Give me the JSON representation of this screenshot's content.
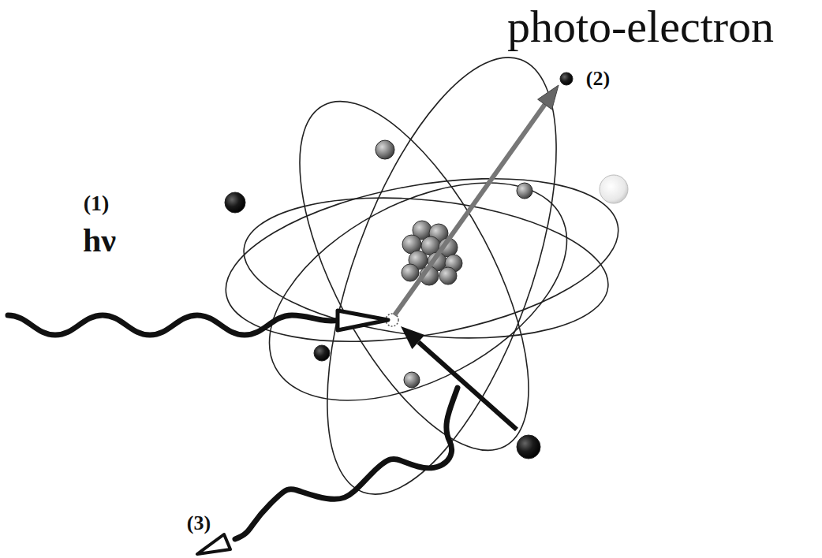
{
  "diagram": {
    "labels": [
      "photo-electron",
      "(2)",
      "(1)",
      "hν",
      "(3)"
    ]
  }
}
